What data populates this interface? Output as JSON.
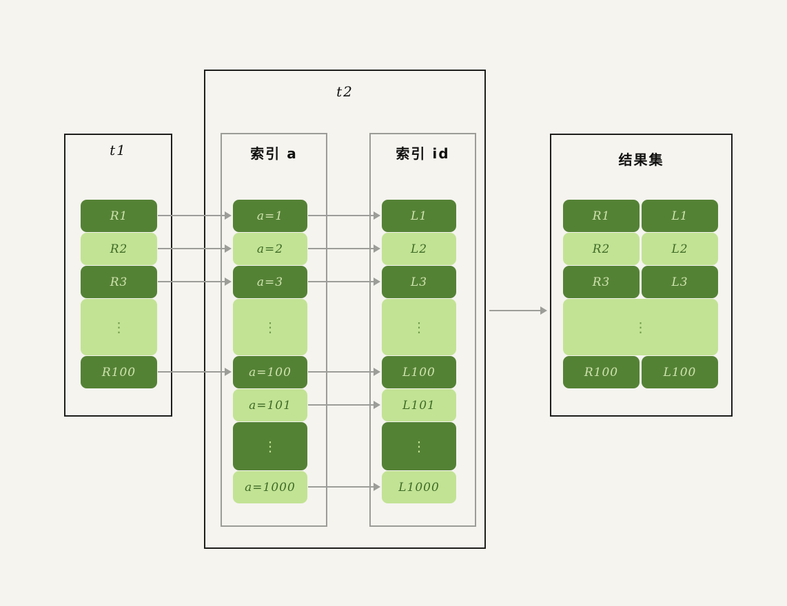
{
  "diagram": {
    "background_color": "#f5f4ef",
    "accent_dark": "#548235",
    "accent_light": "#c2e394",
    "connector_color": "#9c9c99",
    "border_color": "#1d1d1b"
  },
  "t1": {
    "title": "t1",
    "rows": [
      {
        "label": "R1",
        "shade": "dark",
        "ellipsis": false
      },
      {
        "label": "R2",
        "shade": "light",
        "ellipsis": false
      },
      {
        "label": "R3",
        "shade": "dark",
        "ellipsis": false
      },
      {
        "label": "⋮",
        "shade": "light",
        "ellipsis": true
      },
      {
        "label": "R100",
        "shade": "dark",
        "ellipsis": false
      }
    ]
  },
  "t2": {
    "title": "t2",
    "index_a": {
      "title": "索引 a",
      "rows": [
        {
          "label": "a=1",
          "shade": "dark",
          "ellipsis": false
        },
        {
          "label": "a=2",
          "shade": "light",
          "ellipsis": false
        },
        {
          "label": "a=3",
          "shade": "dark",
          "ellipsis": false
        },
        {
          "label": "⋮",
          "shade": "light",
          "ellipsis": true
        },
        {
          "label": "a=100",
          "shade": "dark",
          "ellipsis": false
        },
        {
          "label": "a=101",
          "shade": "light",
          "ellipsis": false
        },
        {
          "label": "⋮",
          "shade": "dark",
          "ellipsis": true
        },
        {
          "label": "a=1000",
          "shade": "light",
          "ellipsis": false
        }
      ]
    },
    "index_id": {
      "title": "索引 id",
      "rows": [
        {
          "label": "L1",
          "shade": "dark",
          "ellipsis": false
        },
        {
          "label": "L2",
          "shade": "light",
          "ellipsis": false
        },
        {
          "label": "L3",
          "shade": "dark",
          "ellipsis": false
        },
        {
          "label": "⋮",
          "shade": "light",
          "ellipsis": true
        },
        {
          "label": "L100",
          "shade": "dark",
          "ellipsis": false
        },
        {
          "label": "L101",
          "shade": "light",
          "ellipsis": false
        },
        {
          "label": "⋮",
          "shade": "dark",
          "ellipsis": true
        },
        {
          "label": "L1000",
          "shade": "light",
          "ellipsis": false
        }
      ]
    }
  },
  "result": {
    "title": "结果集",
    "rows": [
      {
        "left": "R1",
        "right": "L1",
        "shade": "dark",
        "merged": false,
        "ellipsis": false
      },
      {
        "left": "R2",
        "right": "L2",
        "shade": "light",
        "merged": false,
        "ellipsis": false
      },
      {
        "left": "R3",
        "right": "L3",
        "shade": "dark",
        "merged": false,
        "ellipsis": false
      },
      {
        "left": "⋮",
        "right": "",
        "shade": "light",
        "merged": true,
        "ellipsis": true
      },
      {
        "left": "R100",
        "right": "L100",
        "shade": "dark",
        "merged": false,
        "ellipsis": false
      }
    ]
  }
}
